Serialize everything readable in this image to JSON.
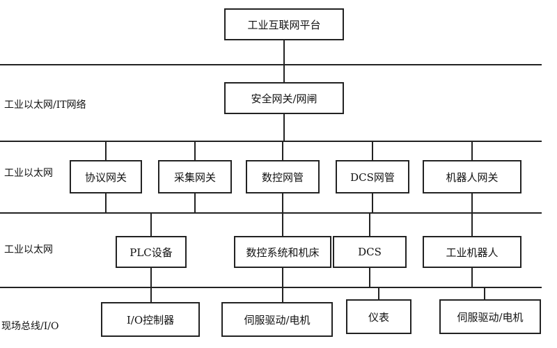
{
  "diagram": {
    "top": {
      "platform": "工业互联网平台"
    },
    "layer_labels": [
      "工业以太网/IT网络",
      "工业以太网",
      "工业以太网",
      "现场总线/I/O"
    ],
    "security_gateway": "安全网关/网闸",
    "gateways": [
      "协议网关",
      "采集网关",
      "数控网管",
      "DCS网管",
      "机器人网关"
    ],
    "controllers": [
      "PLC设备",
      "数控系统和机床",
      "DCS",
      "工业机器人"
    ],
    "field_devices": [
      "I/O控制器",
      "伺服驱动/电机",
      "仪表",
      "伺服驱动/电机"
    ]
  }
}
